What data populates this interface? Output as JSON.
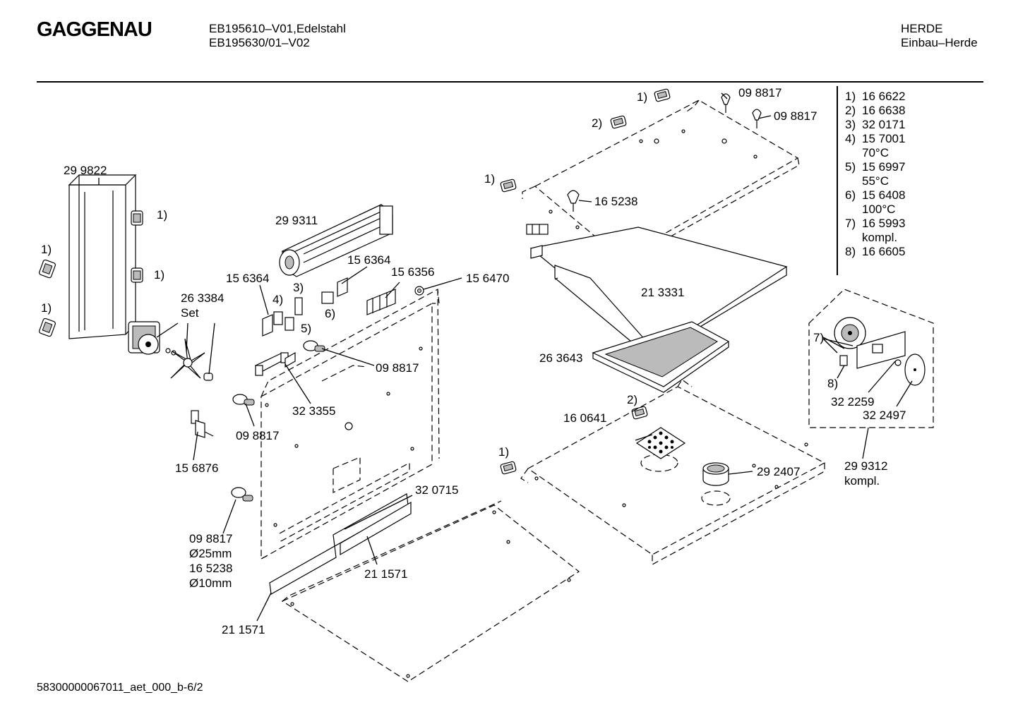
{
  "header": {
    "brand": "GAGGENAU",
    "model_line_1": "EB195610–V01,Edelstahl",
    "model_line_2": "EB195630/01–V02",
    "category_1": "HERDE",
    "category_2": "Einbau–Herde"
  },
  "legend": [
    {
      "key": "1)",
      "part": "16 6622"
    },
    {
      "key": "2)",
      "part": "16 6638"
    },
    {
      "key": "3)",
      "part": "32 0171"
    },
    {
      "key": "4)",
      "part": "15 7001",
      "note": "70°C"
    },
    {
      "key": "5)",
      "part": "15 6997",
      "note": "55°C"
    },
    {
      "key": "6)",
      "part": "15 6408",
      "note": "100°C"
    },
    {
      "key": "7)",
      "part": "16 5993",
      "note": "kompl."
    },
    {
      "key": "8)",
      "part": "16 6605"
    }
  ],
  "callouts": [
    {
      "id": "c01",
      "text": "29 9822"
    },
    {
      "id": "c02",
      "text": "1)"
    },
    {
      "id": "c03",
      "text": "1)"
    },
    {
      "id": "c04",
      "text": "1)"
    },
    {
      "id": "c05",
      "text": "1)"
    },
    {
      "id": "c06",
      "text": "26 3384"
    },
    {
      "id": "c07",
      "text": "Set"
    },
    {
      "id": "c08",
      "text": "29 9311"
    },
    {
      "id": "c09",
      "text": "15 6364"
    },
    {
      "id": "c10",
      "text": "15 6364"
    },
    {
      "id": "c11",
      "text": "3)"
    },
    {
      "id": "c12",
      "text": "4)"
    },
    {
      "id": "c13",
      "text": "5)"
    },
    {
      "id": "c14",
      "text": "6)"
    },
    {
      "id": "c15",
      "text": "15 6356"
    },
    {
      "id": "c16",
      "text": "15 6470"
    },
    {
      "id": "c17",
      "text": "09 8817"
    },
    {
      "id": "c18",
      "text": "32 3355"
    },
    {
      "id": "c19",
      "text": "09 8817"
    },
    {
      "id": "c20",
      "text": "15 6876"
    },
    {
      "id": "c21",
      "text": "09 8817"
    },
    {
      "id": "c22",
      "text": "Ø25mm"
    },
    {
      "id": "c23",
      "text": "16 5238"
    },
    {
      "id": "c24",
      "text": "Ø10mm"
    },
    {
      "id": "c25",
      "text": "32 0715"
    },
    {
      "id": "c26",
      "text": "21 1571"
    },
    {
      "id": "c27",
      "text": "21 1571"
    },
    {
      "id": "c28",
      "text": "1)"
    },
    {
      "id": "c29",
      "text": "09 8817"
    },
    {
      "id": "c30",
      "text": "2)"
    },
    {
      "id": "c31",
      "text": "09 8817"
    },
    {
      "id": "c32",
      "text": "1)"
    },
    {
      "id": "c33",
      "text": "16 5238"
    },
    {
      "id": "c34",
      "text": "21 3331"
    },
    {
      "id": "c35",
      "text": "26 3643"
    },
    {
      "id": "c36",
      "text": "2)"
    },
    {
      "id": "c37",
      "text": "16 0641"
    },
    {
      "id": "c38",
      "text": "1)"
    },
    {
      "id": "c39",
      "text": "29 2407"
    },
    {
      "id": "c40",
      "text": "7)"
    },
    {
      "id": "c41",
      "text": "8)"
    },
    {
      "id": "c42",
      "text": "32 2259"
    },
    {
      "id": "c43",
      "text": "32 2497"
    },
    {
      "id": "c44",
      "text": "29 9312"
    },
    {
      "id": "c45",
      "text": "kompl."
    }
  ],
  "footer": "58300000067011_aet_000_b-6/2"
}
